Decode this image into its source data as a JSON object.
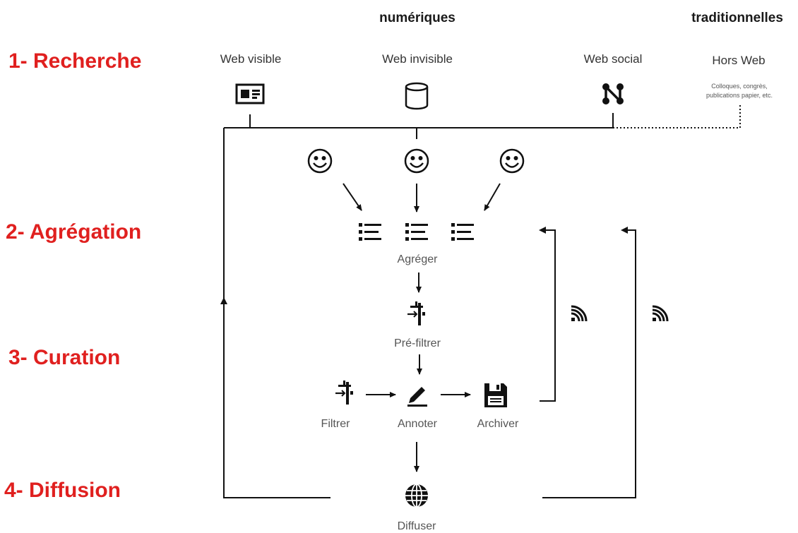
{
  "headers": {
    "digital": "numériques",
    "traditional": "traditionnelles"
  },
  "stages": [
    {
      "label": "1- Recherche"
    },
    {
      "label": "2- Agrégation"
    },
    {
      "label": "3- Curation"
    },
    {
      "label": "4- Diffusion"
    }
  ],
  "sources": {
    "web_visible": "Web visible",
    "web_invisible": "Web invisible",
    "web_social": "Web social",
    "hors_web": "Hors Web",
    "hors_web_note_line1": "Colloques, congrès,",
    "hors_web_note_line2": "publications papier, etc."
  },
  "steps": {
    "aggregate": "Agréger",
    "prefilter": "Pré-filtrer",
    "filter": "Filtrer",
    "annotate": "Annoter",
    "archive": "Archiver",
    "diffuse": "Diffuser"
  },
  "colors": {
    "stage_red": "#e0201f",
    "ink": "#111111",
    "muted_text": "#555555"
  },
  "icons": [
    "webpage-icon",
    "database-icon",
    "network-icon",
    "smiley-icon",
    "list-icon",
    "filter-icon",
    "pencil-icon",
    "floppy-disk-icon",
    "globe-icon",
    "rss-icon"
  ]
}
